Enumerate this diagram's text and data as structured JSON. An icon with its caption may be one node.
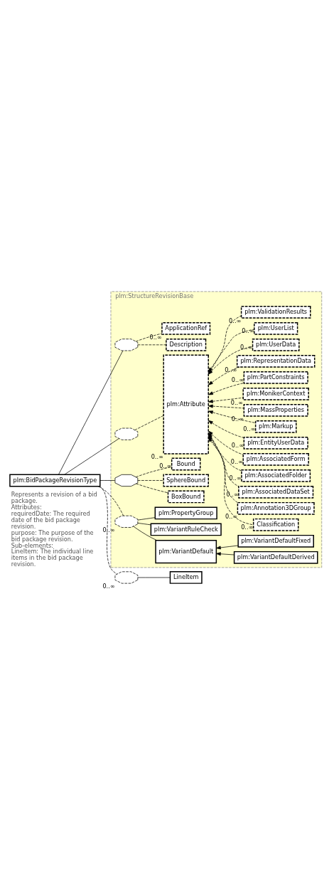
{
  "diagram": {
    "nodes": [
      {
        "text": [
          "plm:BidPackageRevisionType"
        ],
        "beside": [
          "Represents a revision of a bid package.",
          "Attributes:",
          "requiredDate: The required date of the bid package revision.",
          "purpose: The purpose of the bid package revision.",
          "Sub-elements:",
          "LineItem: The individual line items in the bid package revision."
        ]
      },
      {
        "text": [
          "plm:StructureRevisionBase"
        ]
      },
      {
        "text": [],
        "shape": "octagon",
        "in": 1
      },
      {
        "text": [
          "Description"
        ],
        "in": 1
      },
      {
        "text": [
          "ApplicationRef"
        ],
        "in": 1,
        "beside": [
          "0..∞"
        ]
      },
      {
        "text": [],
        "shape": "octagon",
        "in": 1
      },
      {
        "text": [
          "plm:Attribute"
        ],
        "in": 1,
        "beside": [
          "0..∞"
        ]
      },
      {
        "text": [
          "Classification"
        ],
        "in": 1,
        "beside": [
          "0..∞"
        ]
      },
      {
        "text": [
          "plm:Annotation3DGroup"
        ],
        "in": 1,
        "beside": [
          "0..∞"
        ]
      },
      {
        "text": [
          "plm:AssociatedDataSet"
        ],
        "in": 1,
        "beside": [
          "0..∞"
        ]
      },
      {
        "text": [
          "plm:AssociatedFolder"
        ],
        "in": 1,
        "beside": [
          "0..∞"
        ]
      },
      {
        "text": [
          "plm:AssociatedForm"
        ],
        "in": 1,
        "beside": [
          "0..∞"
        ]
      },
      {
        "text": [
          "plm:EntityUserData"
        ],
        "in": 1,
        "beside": [
          "0..∞"
        ]
      },
      {
        "text": [
          "plm:Markup"
        ],
        "in": 1,
        "beside": [
          "0..∞"
        ]
      },
      {
        "text": [
          "plm:MassProperties"
        ],
        "in": 1,
        "beside": [
          "0..∞"
        ]
      },
      {
        "text": [
          "plm:MonikerContext"
        ],
        "in": 1,
        "beside": [
          "0..∞"
        ]
      },
      {
        "text": [
          "plm:PartConstraints"
        ],
        "in": 1,
        "beside": [
          "0..∞"
        ]
      },
      {
        "text": [
          "plm:RepresentationData"
        ],
        "in": 1,
        "beside": [
          "0..∞"
        ]
      },
      {
        "text": [
          "plm:UserData"
        ],
        "in": 1,
        "beside": [
          "0..∞"
        ]
      },
      {
        "text": [
          "plm:UserList"
        ],
        "in": 1,
        "beside": [
          "0..∞"
        ]
      },
      {
        "text": [
          "plm:ValidationResults"
        ],
        "in": 1,
        "beside": [
          "0..∞"
        ]
      },
      {
        "text": [],
        "shape": "octagon",
        "in": 1
      },
      {
        "text": [
          "BoxBound"
        ],
        "in": 1
      },
      {
        "text": [
          "SphereBound"
        ],
        "in": 1
      },
      {
        "text": [
          "Bound"
        ],
        "in": 1,
        "beside": [
          "0..∞"
        ]
      },
      {
        "text": [],
        "shape": "octagon",
        "in": 1,
        "beside": [
          "0..∞"
        ]
      },
      {
        "text": [
          "plm:VariantDefault"
        ],
        "in": 1
      },
      {
        "text": [
          "plm:VariantDefaultDerived"
        ],
        "in": 1
      },
      {
        "text": [
          "plm:VariantDefaultFixed"
        ],
        "in": 1
      },
      {
        "text": [
          "plm:VariantRuleCheck"
        ],
        "in": 1
      },
      {
        "text": [
          "plm:PropertyGroup"
        ],
        "in": 1
      },
      {
        "text": [],
        "shape": "octagon",
        "beside": [
          "0..∞"
        ]
      },
      {
        "text": [
          "LineItem"
        ]
      }
    ],
    "edges": [
      {
        "from": 0,
        "to": 2,
        "arrow": "none"
      },
      {
        "from": 0,
        "to": 5,
        "arrow": "none"
      },
      {
        "from": 0,
        "to": 21,
        "arrow": "none"
      },
      {
        "from": 0,
        "to": 25,
        "arrow": "none",
        "style": "dashed"
      },
      {
        "from": 0,
        "to": 31,
        "arrow": "none",
        "style": "dashed"
      },
      {
        "from": 2,
        "to": 3,
        "arrow": "none",
        "style": "dashed"
      },
      {
        "from": 2,
        "to": 4,
        "arrow": "none",
        "style": "dashed"
      },
      {
        "from": 5,
        "to": 6,
        "arrow": "none",
        "style": "dashed"
      },
      {
        "from": 7,
        "to": 6,
        "arrow": "to",
        "style": "dashed"
      },
      {
        "from": 8,
        "to": 6,
        "arrow": "to",
        "style": "dashed"
      },
      {
        "from": 9,
        "to": 6,
        "arrow": "to",
        "style": "dashed"
      },
      {
        "from": 10,
        "to": 6,
        "arrow": "to",
        "style": "dashed"
      },
      {
        "from": 11,
        "to": 6,
        "arrow": "to",
        "style": "dashed"
      },
      {
        "from": 12,
        "to": 6,
        "arrow": "to",
        "style": "dashed"
      },
      {
        "from": 13,
        "to": 6,
        "arrow": "to",
        "style": "dashed"
      },
      {
        "from": 14,
        "to": 6,
        "arrow": "to",
        "style": "dashed"
      },
      {
        "from": 15,
        "to": 6,
        "arrow": "to",
        "style": "dashed"
      },
      {
        "from": 16,
        "to": 6,
        "arrow": "to",
        "style": "dashed"
      },
      {
        "from": 17,
        "to": 6,
        "arrow": "to",
        "style": "dashed"
      },
      {
        "from": 18,
        "to": 6,
        "arrow": "to",
        "style": "dashed"
      },
      {
        "from": 19,
        "to": 6,
        "arrow": "to",
        "style": "dashed"
      },
      {
        "from": 20,
        "to": 6,
        "arrow": "to",
        "style": "dashed"
      },
      {
        "from": 21,
        "to": 22,
        "arrow": "none",
        "style": "dashed"
      },
      {
        "from": 21,
        "to": 23,
        "arrow": "none",
        "style": "dashed"
      },
      {
        "from": 21,
        "to": 24,
        "arrow": "none",
        "style": "dashed"
      },
      {
        "from": 25,
        "to": 26,
        "arrow": "none"
      },
      {
        "from": 27,
        "to": 26,
        "arrow": "to"
      },
      {
        "from": 28,
        "to": 26,
        "arrow": "to"
      },
      {
        "from": 25,
        "to": 29,
        "arrow": "none"
      },
      {
        "from": 25,
        "to": 30,
        "arrow": "none"
      },
      {
        "from": 31,
        "to": 32,
        "arrow": "none"
      }
    ]
  }
}
